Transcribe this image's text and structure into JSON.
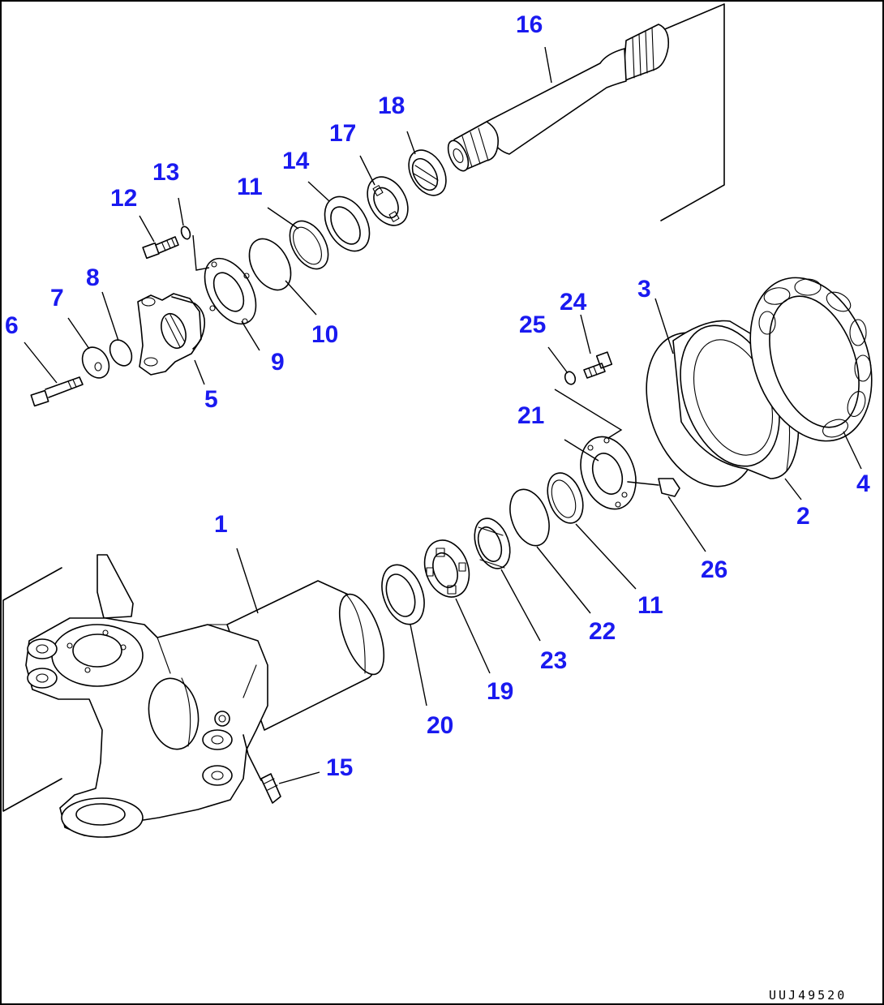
{
  "drawing_code": "UUJ49520",
  "callouts": [
    {
      "id": "c1",
      "number": "1"
    },
    {
      "id": "c2",
      "number": "2"
    },
    {
      "id": "c3",
      "number": "3"
    },
    {
      "id": "c4",
      "number": "4"
    },
    {
      "id": "c5",
      "number": "5"
    },
    {
      "id": "c6",
      "number": "6"
    },
    {
      "id": "c7",
      "number": "7"
    },
    {
      "id": "c8",
      "number": "8"
    },
    {
      "id": "c9",
      "number": "9"
    },
    {
      "id": "c10",
      "number": "10"
    },
    {
      "id": "c11a",
      "number": "11"
    },
    {
      "id": "c11b",
      "number": "11"
    },
    {
      "id": "c12",
      "number": "12"
    },
    {
      "id": "c13",
      "number": "13"
    },
    {
      "id": "c14",
      "number": "14"
    },
    {
      "id": "c15",
      "number": "15"
    },
    {
      "id": "c16",
      "number": "16"
    },
    {
      "id": "c17",
      "number": "17"
    },
    {
      "id": "c18",
      "number": "18"
    },
    {
      "id": "c19",
      "number": "19"
    },
    {
      "id": "c20",
      "number": "20"
    },
    {
      "id": "c21",
      "number": "21"
    },
    {
      "id": "c22",
      "number": "22"
    },
    {
      "id": "c23",
      "number": "23"
    },
    {
      "id": "c24",
      "number": "24"
    },
    {
      "id": "c25",
      "number": "25"
    },
    {
      "id": "c26",
      "number": "26"
    }
  ]
}
